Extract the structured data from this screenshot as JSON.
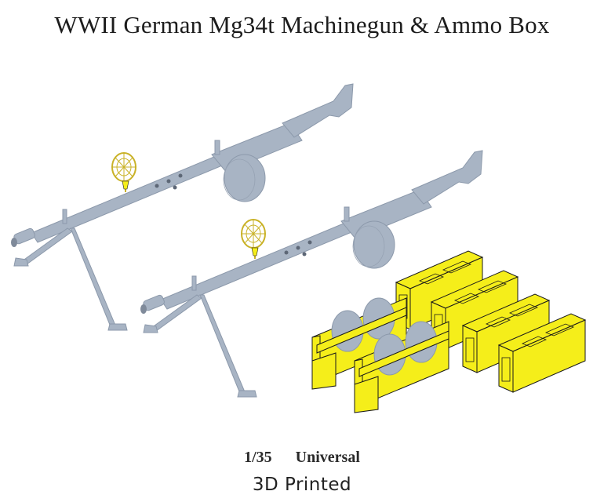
{
  "header": {
    "title": "WWII German Mg34t Machinegun & Ammo Box"
  },
  "footer": {
    "scale": "1/35",
    "compatibility": "Universal",
    "production": "3D Printed"
  },
  "render": {
    "gun_color": "#A8B4C4",
    "gun_shadow": "#8C99AB",
    "ammo_color": "#F5EE1A",
    "outline_color": "#1a1a1a",
    "sight_color": "#C9B227"
  },
  "items": [
    {
      "name": "MG34 machinegun with bipod and drum magazine",
      "count": 2
    },
    {
      "name": "Ammo box carrier with drums",
      "count": 2
    },
    {
      "name": "Ammo box",
      "count": 4
    }
  ]
}
